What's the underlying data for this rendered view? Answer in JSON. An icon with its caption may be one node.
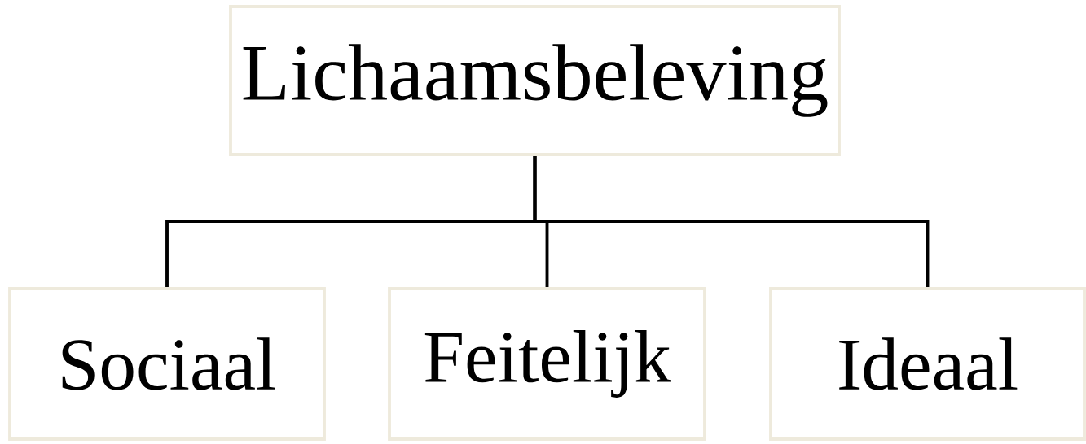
{
  "diagram": {
    "nodes": [
      {
        "text": [
          "Lichaamsbeleving"
        ]
      },
      {
        "text": [
          "Sociaal"
        ]
      },
      {
        "text": [
          "Feitelijk"
        ]
      },
      {
        "text": [
          "Ideaal"
        ]
      }
    ],
    "edges": [
      {
        "from": 0,
        "to": 1,
        "arrow": "none"
      },
      {
        "from": 0,
        "to": 2,
        "arrow": "none"
      },
      {
        "from": 0,
        "to": 3,
        "arrow": "none"
      }
    ]
  }
}
